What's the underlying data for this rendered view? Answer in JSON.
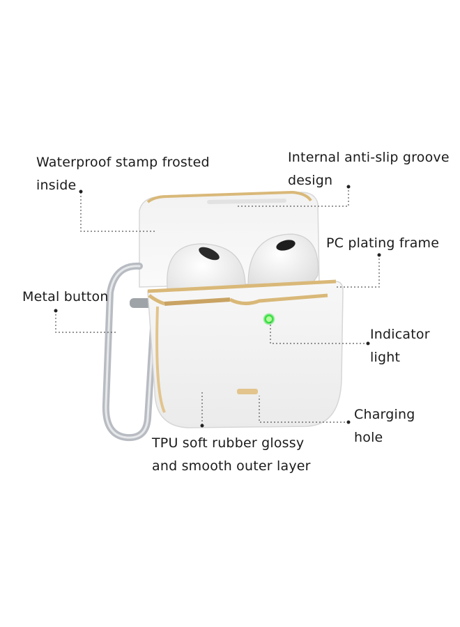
{
  "callouts": {
    "waterproof": {
      "line1": "Waterproof stamp frosted",
      "line2": "inside"
    },
    "groove": {
      "line1": "Internal anti-slip groove",
      "line2": "design"
    },
    "pc_frame": {
      "line1": "PC plating frame"
    },
    "metal_button": {
      "line1": "Metal button"
    },
    "indicator": {
      "line1": "Indicator",
      "line2": "light"
    },
    "charging": {
      "line1": "Charging",
      "line2": "hole"
    },
    "tpu": {
      "line1": "TPU soft rubber glossy",
      "line2": "and smooth outer layer"
    }
  },
  "colors": {
    "gold_trim": "#d9b878",
    "indicator_led": "#2fdc3a",
    "carabiner": "#b8bcc2",
    "leader_line": "#555555"
  }
}
